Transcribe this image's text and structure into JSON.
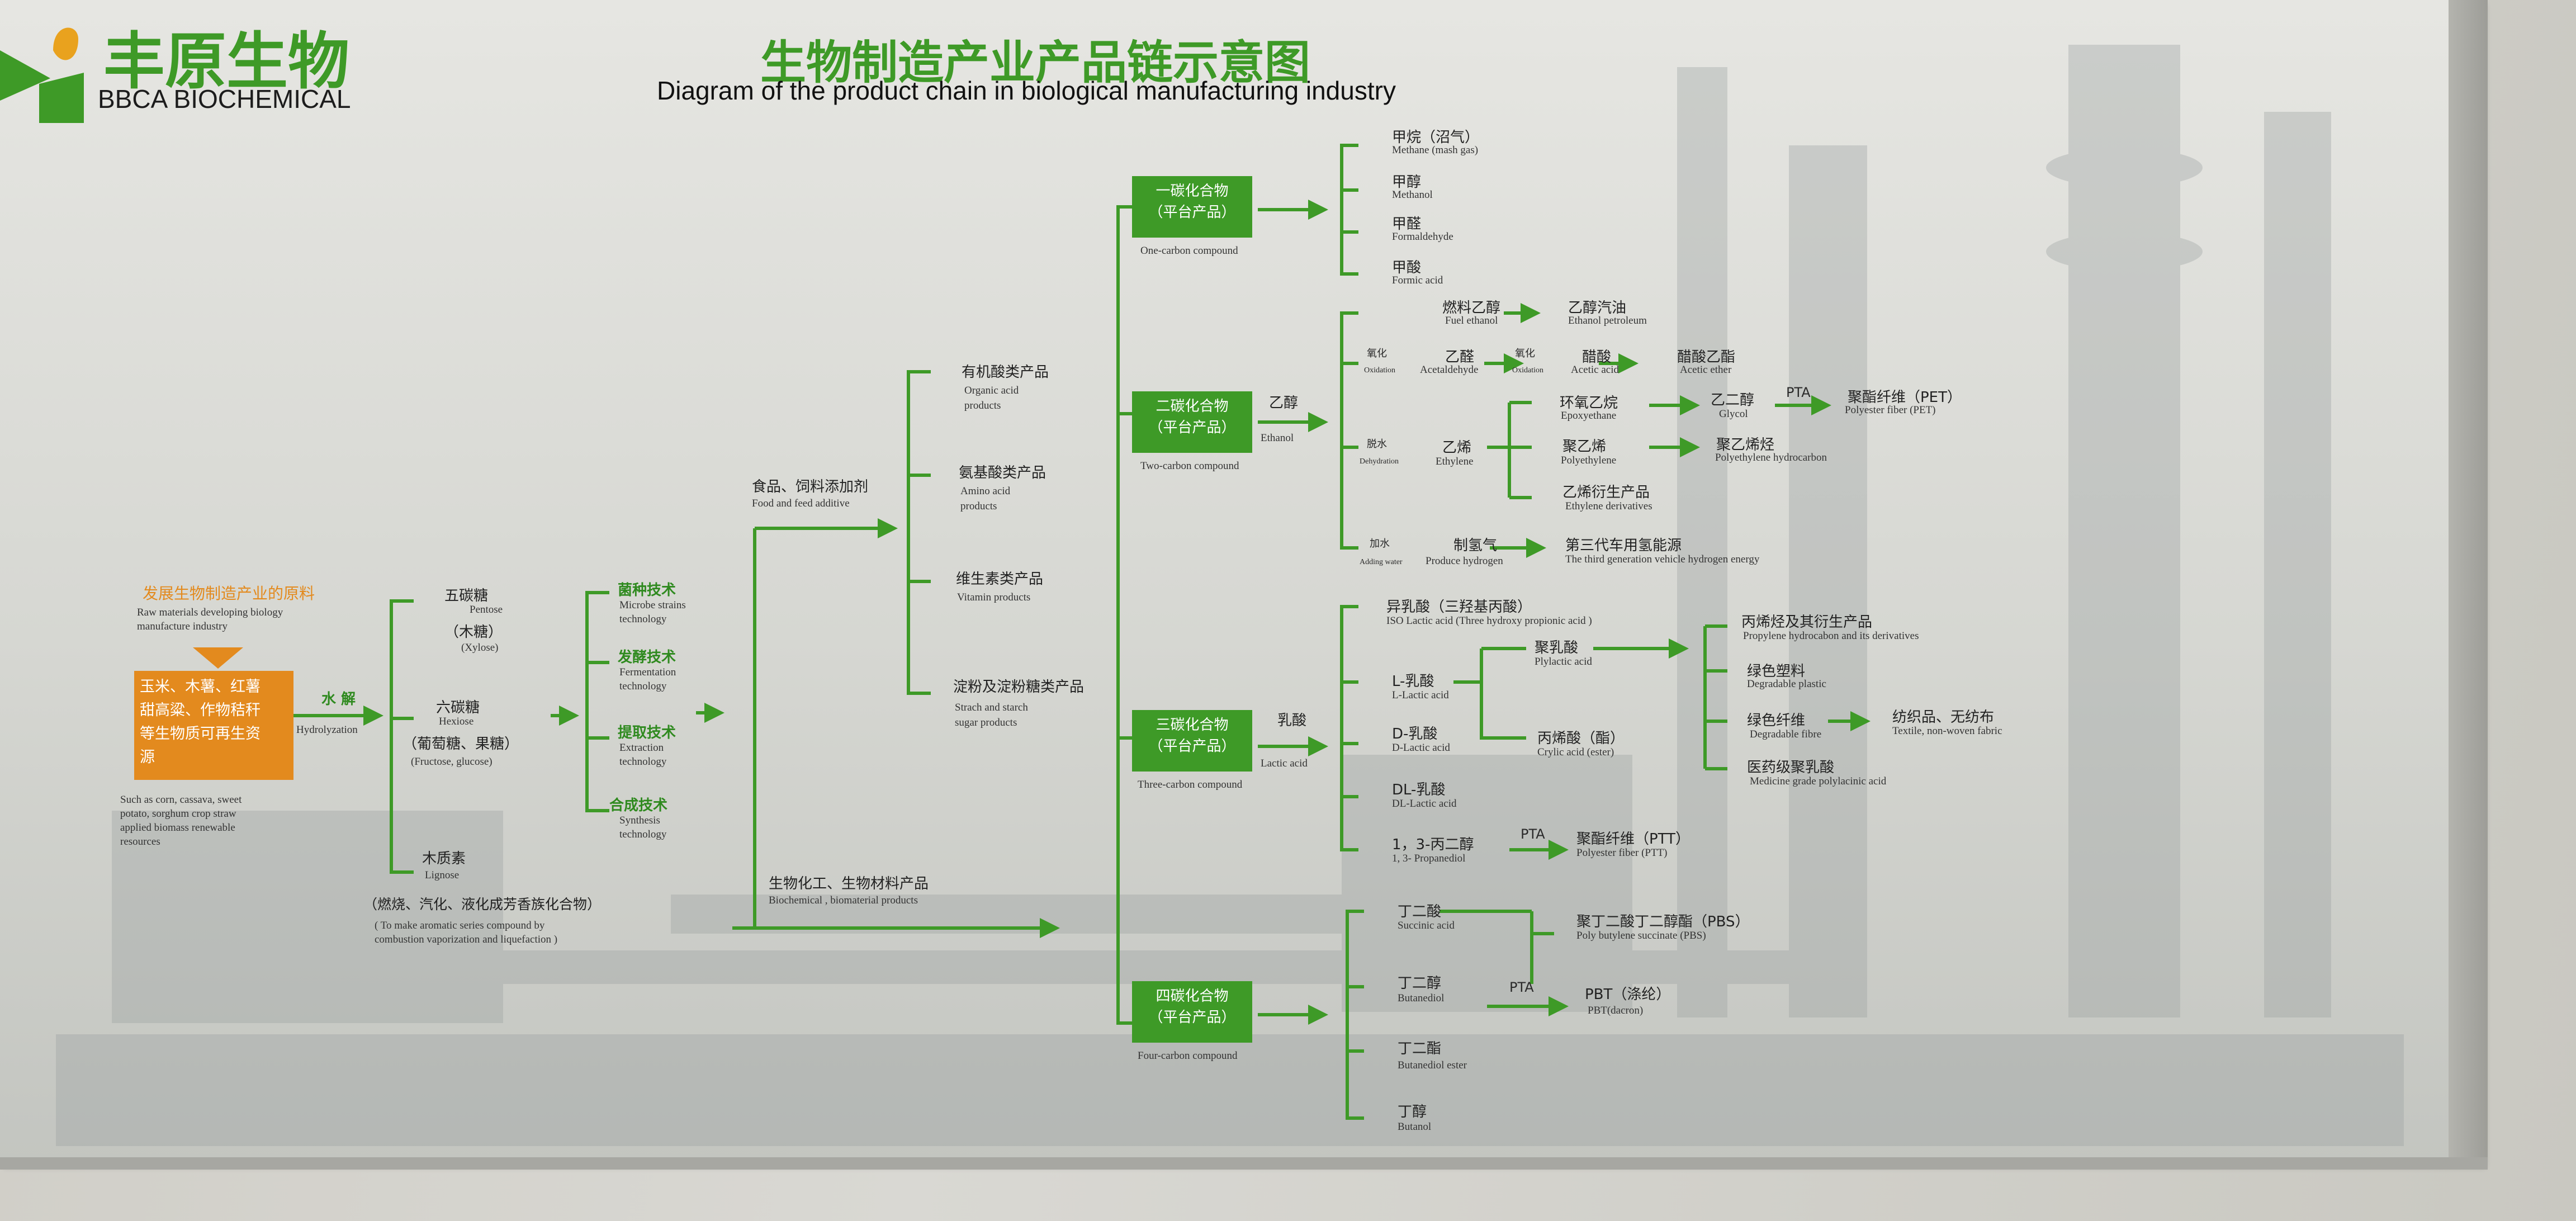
{
  "logo": {
    "brand_zh": "丰原生物",
    "brand_en": "BBCA BIOCHEMICAL"
  },
  "title": {
    "zh": "生物制造产业产品链示意图",
    "en": "Diagram of the product chain in biological manufacturing industry"
  },
  "colors": {
    "green": "#3e9a27",
    "orange": "#e38a1e",
    "board": "#e2e2de"
  },
  "raw": {
    "title_zh": "发展生物制造产业的原料",
    "title_en1": "Raw materials developing biology",
    "title_en2": "manufacture industry",
    "box_lines": [
      "玉米、木薯、红薯",
      "甜高粱、作物秸秆",
      "等生物质可再生资",
      "源"
    ],
    "desc_en": [
      "Such as corn, cassava, sweet",
      "potato, sorghum crop straw",
      "applied biomass renewable",
      "resources"
    ],
    "arrow_zh": "水 解",
    "arrow_en": "Hydrolyzation"
  },
  "sugars": [
    {
      "zh": "五碳糖",
      "en": "Pentose",
      "zh2": "（木糖）",
      "en2": "(Xylose)"
    },
    {
      "zh": "六碳糖",
      "en": "Hexiose",
      "zh2": "（葡萄糖、果糖）",
      "en2": "(Fructose, glucose)"
    },
    {
      "zh": "木质素",
      "en": "Lignose"
    }
  ],
  "lignin_note": {
    "zh": "（燃烧、汽化、液化成芳香族化合物）",
    "en1": "( To make aromatic series compound by",
    "en2": "combustion vaporization and liquefaction )"
  },
  "techs": [
    {
      "zh": "菌种技术",
      "en1": "Microbe strains",
      "en2": "technology"
    },
    {
      "zh": "发酵技术",
      "en1": "Fermentation",
      "en2": "technology"
    },
    {
      "zh": "提取技术",
      "en1": "Extraction",
      "en2": "technology"
    },
    {
      "zh": "合成技术",
      "en1": "Synthesis",
      "en2": "technology"
    }
  ],
  "food": {
    "zh": "食品、饲料添加剂",
    "en": "Food and feed additive"
  },
  "food_products": [
    {
      "zh": "有机酸类产品",
      "en1": "Organic acid",
      "en2": "products"
    },
    {
      "zh": "氨基酸类产品",
      "en1": "Amino acid",
      "en2": "products"
    },
    {
      "zh": "维生素类产品",
      "en1": "Vitamin products",
      "en2": ""
    },
    {
      "zh": "淀粉及淀粉糖类产品",
      "en1": "Strach and starch",
      "en2": "sugar products"
    }
  ],
  "biochem": {
    "zh": "生物化工、生物材料产品",
    "en": "Biochemical , biomaterial products"
  },
  "platforms": [
    {
      "zh1": "一碳化合物",
      "zh2": "（平台产品）",
      "en": "One-carbon compound"
    },
    {
      "zh1": "二碳化合物",
      "zh2": "（平台产品）",
      "en": "Two-carbon compound",
      "via_zh": "乙醇",
      "via_en": "Ethanol"
    },
    {
      "zh1": "三碳化合物",
      "zh2": "（平台产品）",
      "en": "Three-carbon compound",
      "via_zh": "乳酸",
      "via_en": "Lactic acid"
    },
    {
      "zh1": "四碳化合物",
      "zh2": "（平台产品）",
      "en": "Four-carbon compound"
    }
  ],
  "c1_products": [
    {
      "zh": "甲烷（沼气）",
      "en": "Methane (mash gas)"
    },
    {
      "zh": "甲醇",
      "en": "Methanol"
    },
    {
      "zh": "甲醛",
      "en": "Formaldehyde"
    },
    {
      "zh": "甲酸",
      "en": "Formic acid"
    }
  ],
  "c2": {
    "fuel_ethanol": {
      "zh": "燃料乙醇",
      "en": "Fuel ethanol"
    },
    "ethanol_petroleum": {
      "zh": "乙醇汽油",
      "en": "Ethanol petroleum"
    },
    "oxidation_zh": "氧化",
    "oxidation_en": "Oxidation",
    "acetaldehyde": {
      "zh": "乙醛",
      "en": "Acetaldehyde"
    },
    "acetic_acid": {
      "zh": "醋酸",
      "en": "Acetic acid"
    },
    "acetic_ether": {
      "zh": "醋酸乙酯",
      "en": "Acetic ether"
    },
    "dehydration_zh": "脱水",
    "dehydration_en": "Dehydration",
    "ethylene": {
      "zh": "乙烯",
      "en": "Ethylene"
    },
    "epoxyethane": {
      "zh": "环氧乙烷",
      "en": "Epoxyethane"
    },
    "glycol": {
      "zh": "乙二醇",
      "en": "Glycol"
    },
    "pta": "PTA",
    "pet": {
      "zh": "聚酯纤维（PET）",
      "en": "Polyester fiber (PET)"
    },
    "polyethylene": {
      "zh": "聚乙烯",
      "en": "Polyethylene"
    },
    "pe_hydrocarbon": {
      "zh": "聚乙烯烃",
      "en": "Polyethylene hydrocarbon"
    },
    "ethylene_deriv": {
      "zh": "乙烯衍生产品",
      "en": "Ethylene derivatives"
    },
    "adding_water_zh": "加水",
    "adding_water_en": "Adding water",
    "hydrogen": {
      "zh": "制氢气",
      "en": "Produce hydrogen"
    },
    "third_gen": {
      "zh": "第三代车用氢能源",
      "en": "The third generation vehicle hydrogen energy"
    }
  },
  "c3": {
    "iso_lactic": {
      "zh": "异乳酸（三羟基丙酸）",
      "en": "ISO Lactic acid (Three hydroxy propionic acid )"
    },
    "l_lactic": {
      "zh": "L-乳酸",
      "en": "L-Lactic acid"
    },
    "pla": {
      "zh": "聚乳酸",
      "en": "Plylactic acid"
    },
    "propylene": {
      "zh": "丙烯烃及其衍生产品",
      "en": "Propylene hydrocabon and its derivatives"
    },
    "plastic": {
      "zh": "绿色塑料",
      "en": "Degradable plastic"
    },
    "fibre": {
      "zh": "绿色纤维",
      "en": "Degradable fibre"
    },
    "textile": {
      "zh": "纺织品、无纺布",
      "en": "Textile, non-woven fabric"
    },
    "medicine": {
      "zh": "医药级聚乳酸",
      "en": "Medicine grade polylacinic acid"
    },
    "d_lactic": {
      "zh": "D-乳酸",
      "en": "D-Lactic acid"
    },
    "acrylic": {
      "zh": "丙烯酸（酯）",
      "en": "Crylic acid (ester)"
    },
    "dl_lactic": {
      "zh": "DL-乳酸",
      "en": "DL-Lactic acid"
    },
    "propanediol": {
      "zh": "1，3-丙二醇",
      "en": "1, 3- Propanediol"
    },
    "pta": "PTA",
    "ptt": {
      "zh": "聚酯纤维（PTT）",
      "en": "Polyester fiber (PTT)"
    }
  },
  "c4": {
    "succinic": {
      "zh": "丁二酸",
      "en": "Succinic acid"
    },
    "pbs": {
      "zh": "聚丁二酸丁二醇酯（PBS）",
      "en": "Poly butylene succinate (PBS)"
    },
    "butanediol": {
      "zh": "丁二醇",
      "en": "Butanediol"
    },
    "pta": "PTA",
    "pbt": {
      "zh": "PBT（涤纶）",
      "en": "PBT(dacron)"
    },
    "ester": {
      "zh": "丁二酯",
      "en": "Butanediol ester"
    },
    "butanol": {
      "zh": "丁醇",
      "en": "Butanol"
    }
  }
}
